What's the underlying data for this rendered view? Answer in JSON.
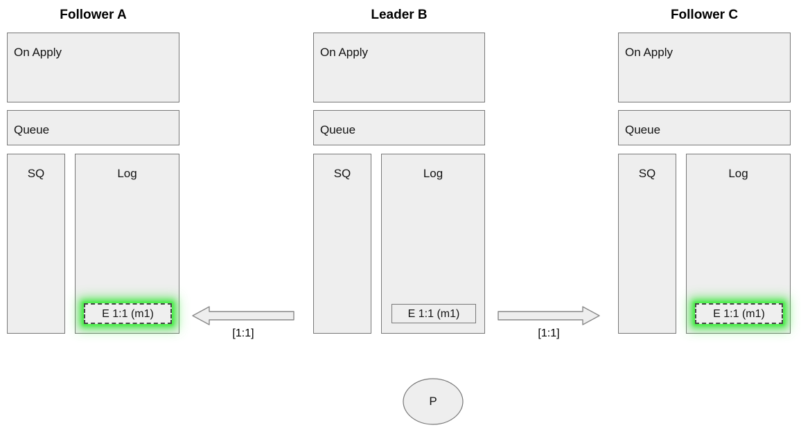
{
  "diagram": {
    "title_font_size": 19,
    "accent_highlight_color": "#3ce63c",
    "box_fill_color": "#eeeeee",
    "box_border_color": "#777777"
  },
  "nodes": [
    {
      "id": "follower-a",
      "title": "Follower A",
      "on_apply_label": "On Apply",
      "queue_label": "Queue",
      "sq_label": "SQ",
      "log_label": "Log",
      "log_entries": [
        {
          "text": "E 1:1 (m1)",
          "highlighted": true
        }
      ]
    },
    {
      "id": "leader-b",
      "title": "Leader B",
      "on_apply_label": "On Apply",
      "queue_label": "Queue",
      "sq_label": "SQ",
      "log_label": "Log",
      "log_entries": [
        {
          "text": "E 1:1 (m1)",
          "highlighted": false
        }
      ]
    },
    {
      "id": "follower-c",
      "title": "Follower C",
      "on_apply_label": "On Apply",
      "queue_label": "Queue",
      "sq_label": "SQ",
      "log_label": "Log",
      "log_entries": [
        {
          "text": "E 1:1 (m1)",
          "highlighted": true
        }
      ]
    }
  ],
  "arrows": [
    {
      "id": "leader-to-follower-a",
      "direction": "left",
      "label": "[1:1]"
    },
    {
      "id": "leader-to-follower-c",
      "direction": "right",
      "label": "[1:1]"
    }
  ],
  "client": {
    "label": "P"
  }
}
